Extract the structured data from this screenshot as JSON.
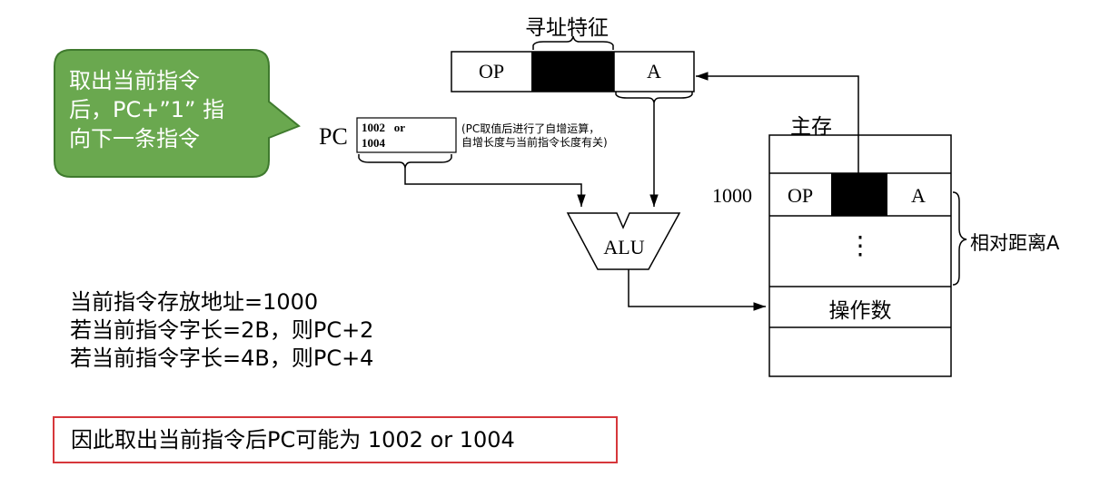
{
  "callout": {
    "lines": [
      "取出当前指令",
      "后，PC+”1” 指",
      "向下一条指令"
    ],
    "fill": "#6aa84f",
    "stroke": "#3f7a2e"
  },
  "instruction_format": {
    "title": "寻址特征",
    "op_label": "OP",
    "a_label": "A"
  },
  "pc": {
    "label": "PC",
    "values": [
      "1002   or",
      "1004"
    ],
    "note_lines": [
      "(PC取值后进行了自增运算，",
      "自增长度与当前指令长度有关)"
    ]
  },
  "alu": {
    "label": "ALU"
  },
  "memory": {
    "title": "主存",
    "address": "1000",
    "op_label": "OP",
    "a_label": "A",
    "dots": "⋮",
    "operand": "操作数",
    "brace_label": "相对距离A"
  },
  "notes": {
    "lines": [
      "当前指令存放地址=1000",
      "若当前指令字长=2B，则PC+2",
      "若当前指令字长=4B，则PC+4"
    ]
  },
  "result": {
    "text": "因此取出当前指令后PC可能为 1002 or 1004",
    "border_color": "#d6373b"
  }
}
